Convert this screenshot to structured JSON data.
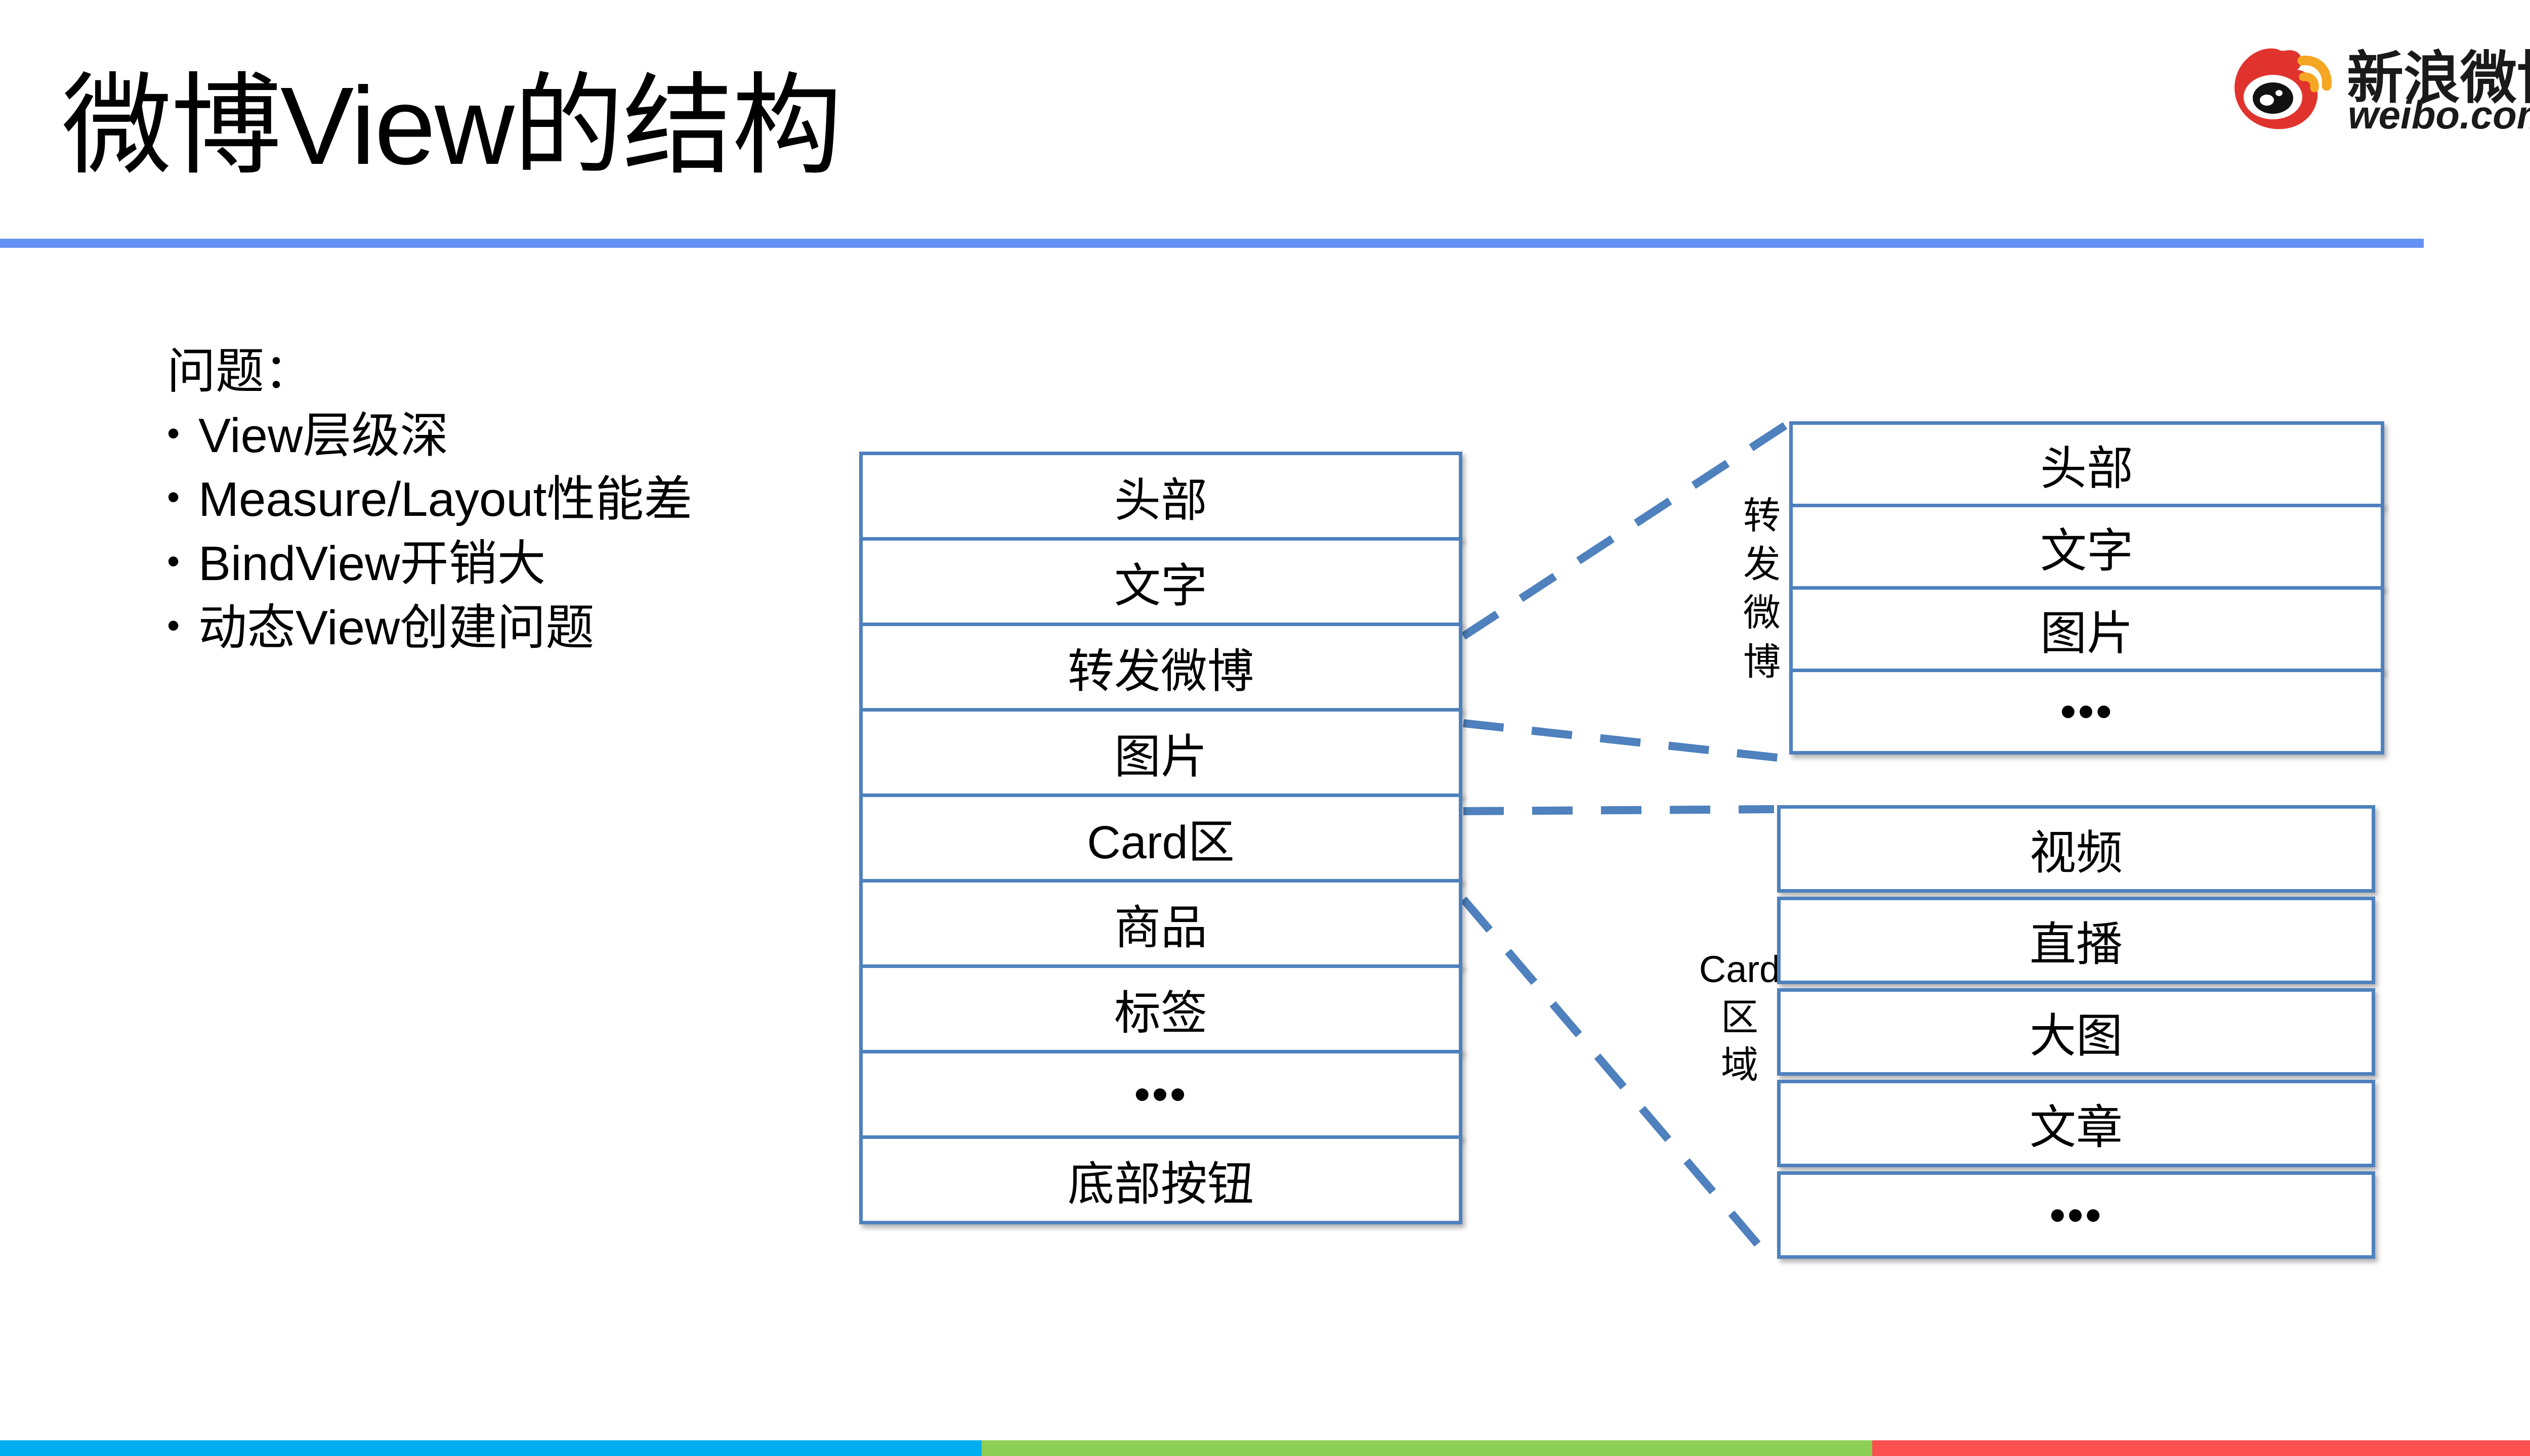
{
  "slide": {
    "title": "微博View的结构",
    "accent_color": "#6691F4",
    "box_border_color": "#4E81BD"
  },
  "logo": {
    "name_cn": "新浪微博",
    "url": "weibo.com",
    "mark_red": "#E1332D",
    "mark_orange": "#F5A623"
  },
  "problems": {
    "heading": "问题：",
    "bullet_glyph": "•",
    "items": [
      "View层级深",
      "Measure/Layout性能差",
      "BindView开销大",
      "动态View创建问题"
    ]
  },
  "left_stack": {
    "name": "微博View结构",
    "items": [
      "头部",
      "文字",
      "转发微博",
      "图片",
      "Card区",
      "商品",
      "标签",
      "•••",
      "底部按钮"
    ]
  },
  "repost_stack": {
    "label": "转发微博",
    "items": [
      "头部",
      "文字",
      "图片",
      "•••"
    ]
  },
  "card_stack": {
    "label": "Card区域",
    "items": [
      "视频",
      "直播",
      "大图",
      "文章",
      "•••"
    ]
  },
  "footer": {
    "colors": [
      "#00AEEF",
      "#8DCE54",
      "#FB5050"
    ]
  }
}
